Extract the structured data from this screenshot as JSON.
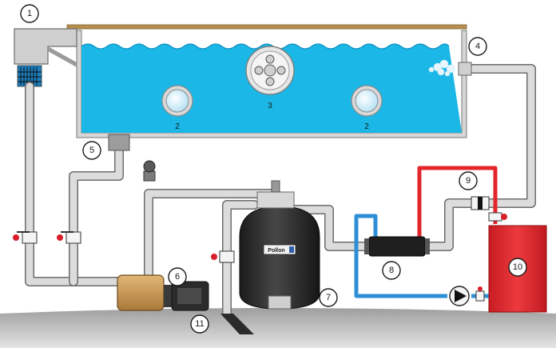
{
  "callouts": [
    {
      "id": "c1",
      "num": "1"
    },
    {
      "id": "c2a",
      "num": "2"
    },
    {
      "id": "c2b",
      "num": "2"
    },
    {
      "id": "c3",
      "num": "3"
    },
    {
      "id": "c4",
      "num": "4"
    },
    {
      "id": "c5",
      "num": "5"
    },
    {
      "id": "c6",
      "num": "6"
    },
    {
      "id": "c7",
      "num": "7"
    },
    {
      "id": "c8",
      "num": "8"
    },
    {
      "id": "c9",
      "num": "9"
    },
    {
      "id": "c10",
      "num": "10"
    },
    {
      "id": "c11",
      "num": "11"
    }
  ],
  "filter_brand": "Pollon",
  "colors": {
    "pool_water": "#1bb7e6",
    "pool_wall": "#d6d6d6",
    "pipe": "#d0d0d0",
    "hot_pipe": "#e3262b",
    "cold_pipe": "#2e8fd6",
    "heater": "#e3262b",
    "valve_handle": "#d81e2b",
    "filter_body": "#2a2a2a",
    "pump_body": "#c99a52",
    "ground": "#bdbdbd"
  }
}
